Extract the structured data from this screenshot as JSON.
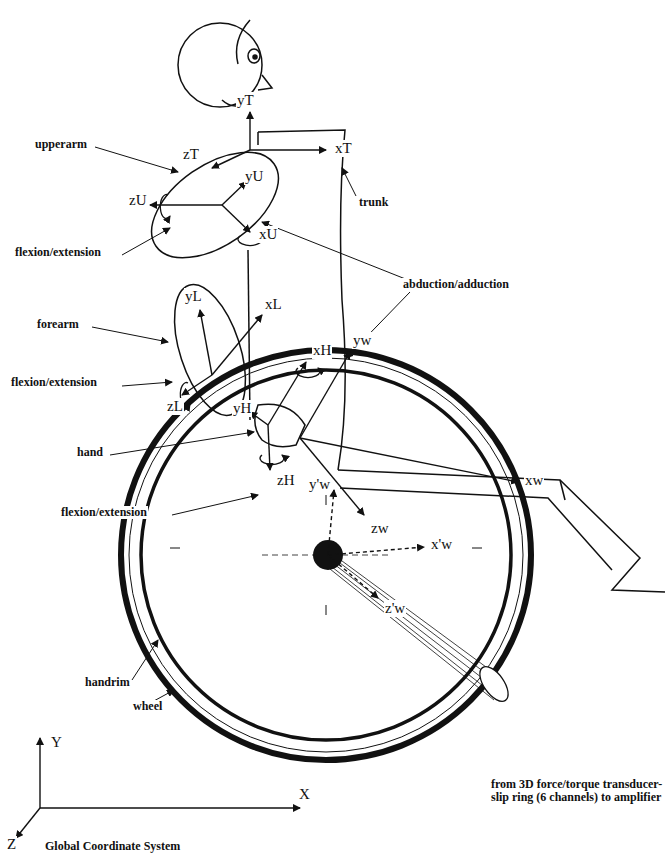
{
  "diagram": {
    "labels": [
      "yT",
      "xT",
      "zT",
      "zU",
      "yU",
      "xU",
      "yL",
      "xL",
      "zL",
      "yH",
      "xH",
      "zH",
      "yw",
      "xw",
      "zw",
      "y'w",
      "x'w",
      "z'w",
      "upperarm",
      "trunk",
      "flexion/extension",
      "abduction/adduction",
      "forearm",
      "flexion/extension",
      "hand",
      "flexion/extension",
      "handrim",
      "wheel",
      "from 3D force/torque transducer-slip ring (6 channels) to amplifier",
      "Global Coordinate System",
      "Y",
      "X",
      "Z"
    ]
  }
}
